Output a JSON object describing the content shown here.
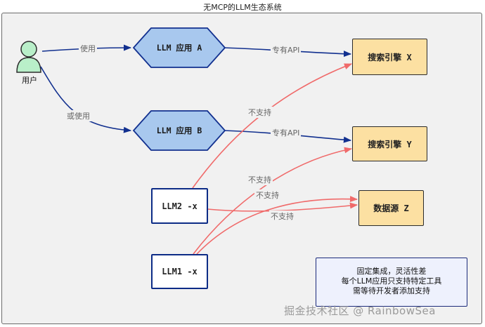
{
  "title": "无MCP的LLM生态系统",
  "user": {
    "label": "用户"
  },
  "apps": [
    {
      "label": "LLM 应用 A"
    },
    {
      "label": "LLM 应用 B"
    }
  ],
  "clients": [
    {
      "label": "LLM2 -x"
    },
    {
      "label": "LLM1 -x"
    }
  ],
  "engines": [
    {
      "label": "搜索引擎 X"
    },
    {
      "label": "搜索引擎 Y"
    },
    {
      "label": "数据源 Z"
    }
  ],
  "edges": {
    "use": "使用",
    "or_use": "或使用",
    "api_a": "专有API",
    "api_b": "专有API",
    "ns1": "不支持",
    "ns2": "不支持",
    "ns3": "不支持",
    "ns4": "不支持"
  },
  "note": {
    "line1": "固定集成，灵活性差",
    "line2": "每个LLM应用只支持特定工具",
    "line3": "需等待开发者添加支持"
  },
  "watermark": "掘金技术社区 @ RainbowSea",
  "colors": {
    "blue_arrow": "#12308f",
    "red_arrow": "#f06a6a",
    "hex_fill": "#a8c8ee",
    "engine_fill": "#fce0a2",
    "user_fill": "#b9efc9"
  }
}
